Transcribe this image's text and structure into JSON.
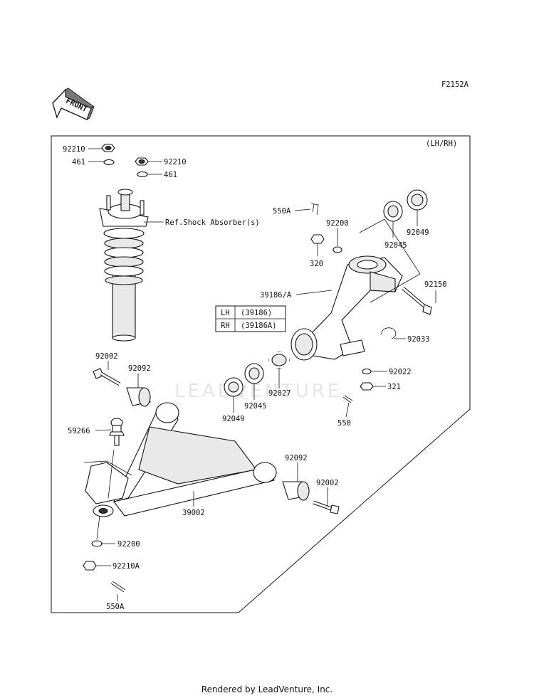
{
  "figure_code": "F2152A",
  "side_note": "(LH/RH)",
  "front_label": "FRONT",
  "watermark": "LEADVENTURE",
  "footer": "Rendered by LeadVenture, Inc.",
  "table": {
    "rows": [
      {
        "side": "LH",
        "part": "(39186)"
      },
      {
        "side": "RH",
        "part": "(39186A)"
      }
    ]
  },
  "labels": {
    "nut_top_left": "92210",
    "washer_top_left": "461",
    "nut_top_right": "92210",
    "washer_top_right": "461",
    "shock_ref": "Ref.Shock Absorber(s)",
    "cotter_pin_top": "550A",
    "washer_knuckle": "92200",
    "nut_knuckle": "320",
    "knuckle": "39186/A",
    "bearing_upper": "92045",
    "seal_upper": "92049",
    "bolt_knuckle": "92150",
    "circlip": "92033",
    "washer_lower": "92022",
    "nut_lower": "321",
    "cotter_pin_lower": "550",
    "spacer": "92027",
    "bearing_lower": "92045",
    "seal_lower": "92049",
    "bolt_left": "92002",
    "bushing_left": "92092",
    "ball_joint": "59266",
    "bushing_right": "92092",
    "bolt_right": "92002",
    "a_arm": "39002",
    "washer_arm": "92200",
    "nut_arm": "92210A",
    "cotter_pin_arm": "550A"
  }
}
